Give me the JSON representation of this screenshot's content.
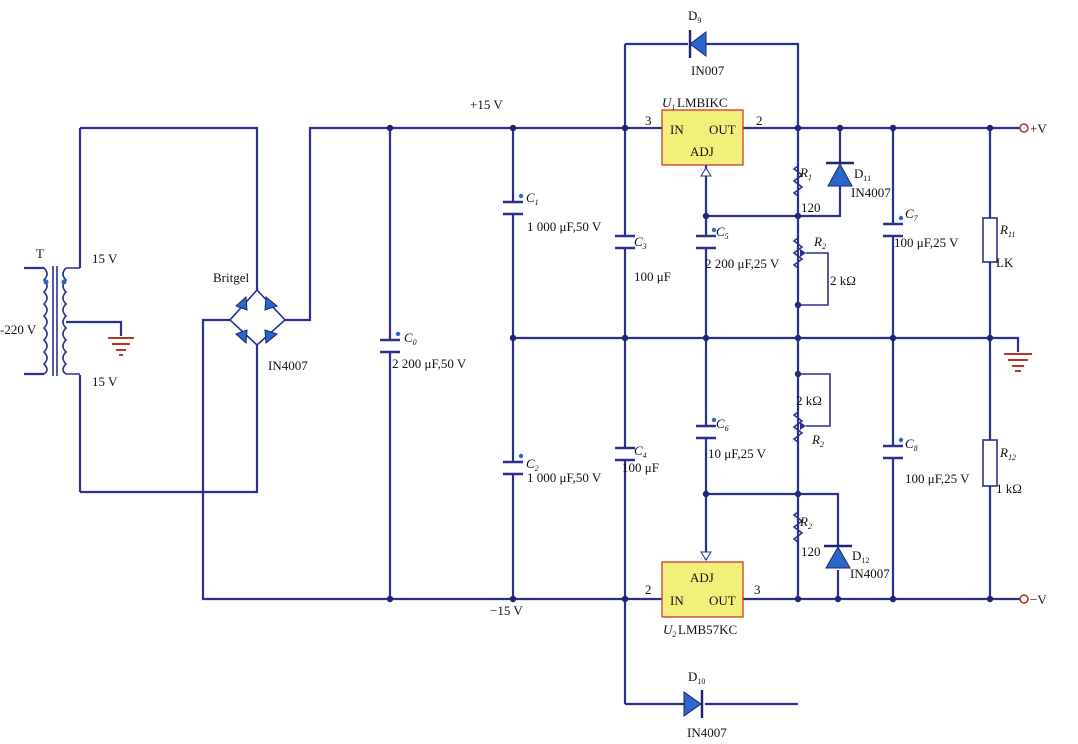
{
  "transformer": {
    "ref": "T",
    "input": "-220 V",
    "top_winding": "15 V",
    "bottom_winding": "15 V"
  },
  "bridge": {
    "name": "Britgel",
    "part": "IN4007"
  },
  "rails": {
    "positive": "+15 V",
    "negative": "−15 V",
    "out_positive": "+V",
    "out_negative": "−V"
  },
  "capacitors": {
    "c0": {
      "ref": "C",
      "sub": "0",
      "value": "2 200 μF,50 V"
    },
    "c1": {
      "ref": "C",
      "sub": "1",
      "value": "1 000 μF,50 V"
    },
    "c2": {
      "ref": "C",
      "sub": "2",
      "value": "1 000 μF,50 V"
    },
    "c3": {
      "ref": "C",
      "sub": "3",
      "value": "100 μF"
    },
    "c4": {
      "ref": "C",
      "sub": "4",
      "value": "100 μF"
    },
    "c5": {
      "ref": "C",
      "sub": "5",
      "value": "2 200 μF,25 V"
    },
    "c6": {
      "ref": "C",
      "sub": "6",
      "value": "10 μF,25 V"
    },
    "c7": {
      "ref": "C",
      "sub": "7",
      "value": "100 μF,25 V"
    },
    "c8": {
      "ref": "C",
      "sub": "8",
      "value": "100 μF,25 V"
    }
  },
  "regulators": {
    "u1": {
      "ref": "U",
      "sub": "1",
      "part": "LMBIKC",
      "pin_in": "3",
      "pin_out": "2",
      "in": "IN",
      "out": "OUT",
      "adj": "ADJ"
    },
    "u2": {
      "ref": "U",
      "sub": "2",
      "part": "LMB57KC",
      "pin_in": "2",
      "pin_out": "3",
      "in": "IN",
      "out": "OUT",
      "adj": "ADJ"
    }
  },
  "diodes": {
    "d9": {
      "ref": "D",
      "sub": "9",
      "part": "IN007"
    },
    "d10": {
      "ref": "D",
      "sub": "10",
      "part": "IN4007"
    },
    "d11": {
      "ref": "D",
      "sub": "11",
      "part": "IN4007"
    },
    "d12": {
      "ref": "D",
      "sub": "12",
      "part": "IN4007"
    }
  },
  "resistors": {
    "r1": {
      "ref": "R",
      "sub": "1",
      "value": "120"
    },
    "r2_pot_top": {
      "ref": "R",
      "sub": "2",
      "value": "2 kΩ"
    },
    "r2_pot_bottom": {
      "ref": "R",
      "sub": "2",
      "value": "2 kΩ"
    },
    "r2_fixed": {
      "ref": "R",
      "sub": "2",
      "value": "120"
    },
    "r11": {
      "ref": "R",
      "sub": "11",
      "value": "LK"
    },
    "r12": {
      "ref": "R",
      "sub": "12",
      "value": "1 kΩ"
    }
  },
  "colors": {
    "wire": "#2b2f8f",
    "chip_fill": "#f2ef7a",
    "chip_border": "#cc2a1e",
    "diode": "#2b66c9",
    "ground": "#b33a2a"
  }
}
